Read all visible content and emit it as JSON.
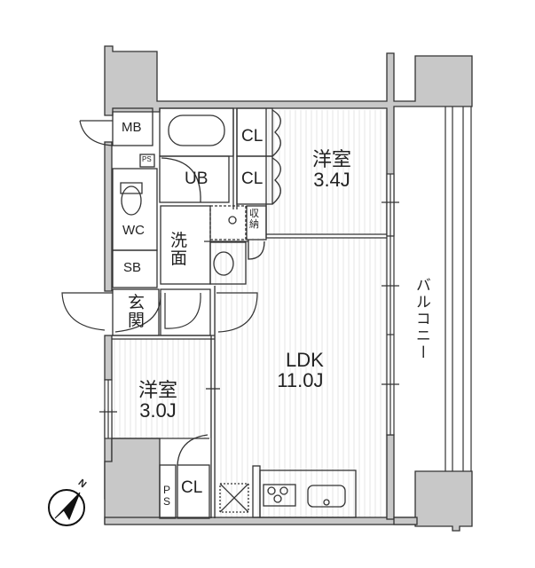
{
  "floor_plan": {
    "rooms": {
      "western_room_1": {
        "name": "洋室",
        "size": "3.4J"
      },
      "western_room_2": {
        "name": "洋室",
        "size": "3.0J"
      },
      "ldk": {
        "name": "LDK",
        "size": "11.0J"
      },
      "unit_bath": {
        "name": "UB"
      },
      "washroom": {
        "name_line1": "洗",
        "name_line2": "面"
      },
      "toilet": {
        "name": "WC"
      },
      "shoe_box": {
        "name": "SB"
      },
      "entrance": {
        "name_line1": "玄",
        "name_line2": "関"
      },
      "meter_box": {
        "name": "MB"
      },
      "pipe_space_top": {
        "name": "PS"
      },
      "pipe_space_bottom": {
        "name_line1": "P",
        "name_line2": "S"
      },
      "closet_1": {
        "name": "CL"
      },
      "closet_2": {
        "name": "CL"
      },
      "closet_3": {
        "name": "CL"
      },
      "storage": {
        "name_line1": "収",
        "name_line2": "納"
      },
      "balcony": {
        "name": "バルコニー"
      }
    },
    "compass": {
      "label": "N"
    },
    "colors": {
      "wall_fill": "#c8c8c8",
      "line": "#333333",
      "floor_stripe": "#e6e6e6",
      "background": "#ffffff"
    }
  }
}
